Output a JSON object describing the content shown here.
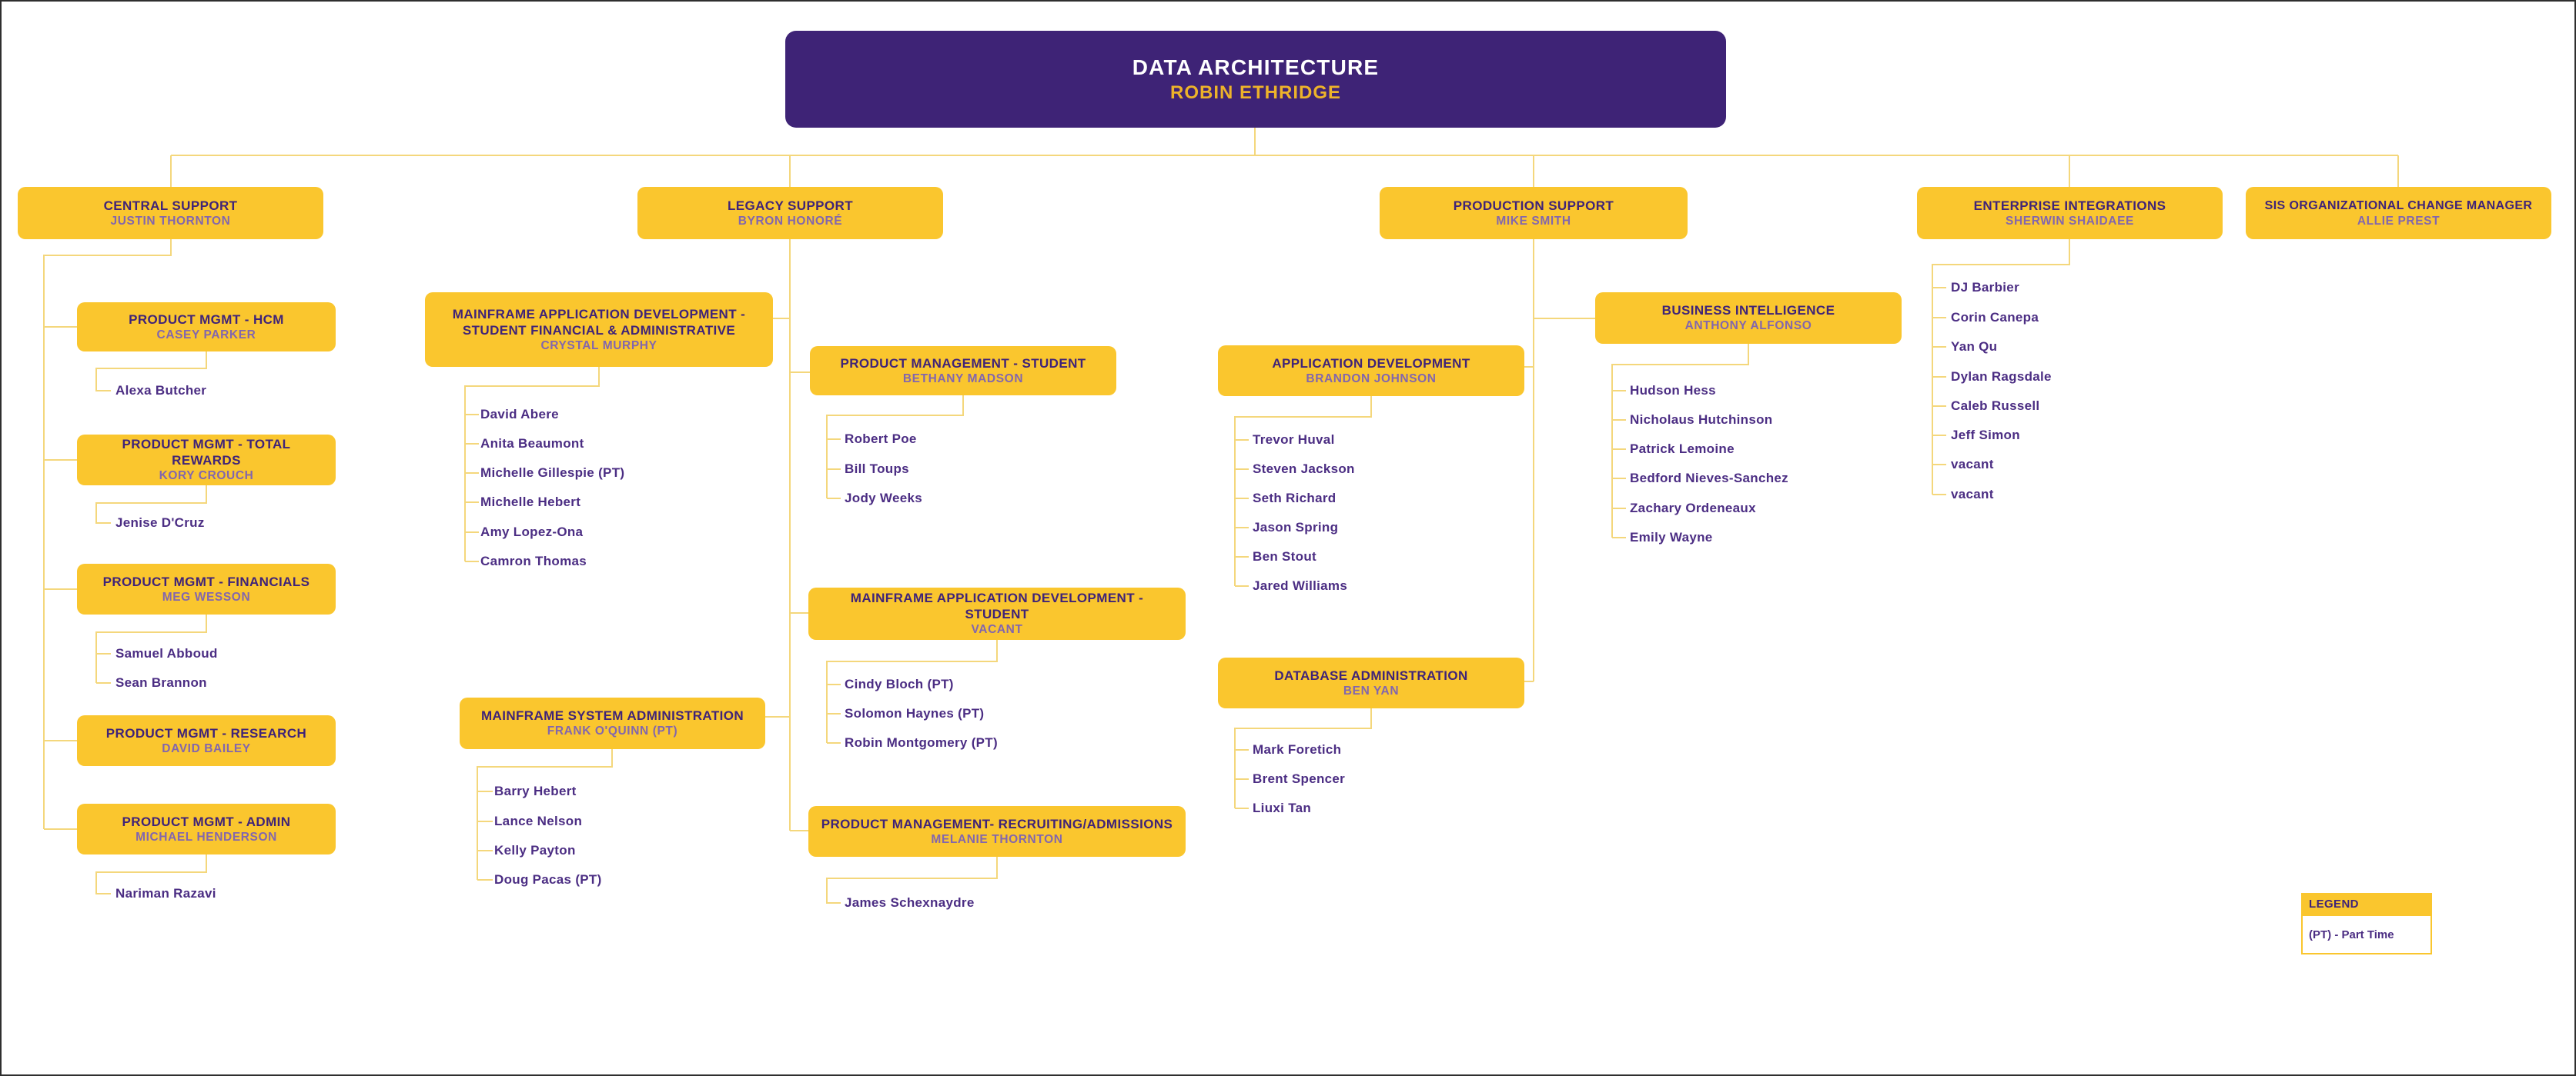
{
  "page": {
    "background": "#ffffff",
    "border_color": "#2e2e2e"
  },
  "colors": {
    "root_fill": "#3E2376",
    "root_title_text": "#FFFFFF",
    "root_name_text": "#EDB32A",
    "node_fill": "#FAC62E",
    "node_title_text": "#3F2378",
    "node_name_text": "#8266AE",
    "member_text": "#4B2D83",
    "connector_line": "#F4D77C"
  },
  "root": {
    "title": "DATA ARCHITECTURE",
    "name": "ROBIN ETHRIDGE"
  },
  "boxes": {
    "central_support": {
      "title": "CENTRAL SUPPORT",
      "name": "JUSTIN THORNTON"
    },
    "legacy_support": {
      "title": "LEGACY SUPPORT",
      "name": "BYRON HONORÉ"
    },
    "production_support": {
      "title": "PRODUCTION SUPPORT",
      "name": "MIKE SMITH"
    },
    "enterprise_integrations": {
      "title": "ENTERPRISE INTEGRATIONS",
      "name": "SHERWIN SHAIDAEE"
    },
    "sis_ocm": {
      "title": "SIS ORGANIZATIONAL CHANGE MANAGER",
      "name": "ALLIE PREST"
    },
    "pm_hcm": {
      "title": "PRODUCT MGMT - HCM",
      "name": "CASEY PARKER"
    },
    "pm_total_rewards": {
      "title": "PRODUCT MGMT - TOTAL REWARDS",
      "name": "KORY CROUCH"
    },
    "pm_financials": {
      "title": "PRODUCT MGMT - FINANCIALS",
      "name": "MEG WESSON"
    },
    "pm_research": {
      "title": "PRODUCT MGMT - RESEARCH",
      "name": "DAVID BAILEY"
    },
    "pm_admin": {
      "title": "PRODUCT MGMT - ADMIN",
      "name": "MICHAEL HENDERSON"
    },
    "mad_sfa": {
      "title": "MAINFRAME APPLICATION DEVELOPMENT - STUDENT FINANCIAL & ADMINISTRATIVE",
      "name": "CRYSTAL MURPHY"
    },
    "msa": {
      "title": "MAINFRAME SYSTEM ADMINISTRATION",
      "name": "FRANK O'QUINN (PT)"
    },
    "pm_student": {
      "title": "PRODUCT MANAGEMENT - STUDENT",
      "name": "BETHANY MADSON"
    },
    "mad_student": {
      "title": "MAINFRAME APPLICATION DEVELOPMENT - STUDENT",
      "name": "VACANT"
    },
    "pm_recruiting": {
      "title": "PRODUCT MANAGEMENT- RECRUITING/ADMISSIONS",
      "name": "MELANIE THORNTON"
    },
    "app_dev": {
      "title": "APPLICATION DEVELOPMENT",
      "name": "BRANDON JOHNSON"
    },
    "dba": {
      "title": "DATABASE ADMINISTRATION",
      "name": "BEN YAN"
    },
    "bi": {
      "title": "BUSINESS INTELLIGENCE",
      "name": "ANTHONY ALFONSO"
    }
  },
  "members": {
    "pm_hcm": [
      "Alexa Butcher"
    ],
    "pm_total_rewards": [
      "Jenise D'Cruz"
    ],
    "pm_financials": [
      "Samuel Abboud",
      "Sean Brannon"
    ],
    "pm_admin": [
      "Nariman Razavi"
    ],
    "mad_sfa": [
      "David Abere",
      "Anita Beaumont",
      "Michelle Gillespie (PT)",
      "Michelle Hebert",
      "Amy Lopez-Ona",
      "Camron Thomas"
    ],
    "msa": [
      "Barry Hebert",
      "Lance Nelson",
      "Kelly Payton",
      "Doug Pacas (PT)"
    ],
    "pm_student": [
      "Robert Poe",
      "Bill Toups",
      "Jody Weeks"
    ],
    "mad_student": [
      "Cindy Bloch (PT)",
      "Solomon Haynes (PT)",
      "Robin Montgomery (PT)"
    ],
    "pm_recruiting": [
      "James Schexnaydre"
    ],
    "app_dev": [
      "Trevor Huval",
      "Steven Jackson",
      "Seth Richard",
      "Jason Spring",
      "Ben Stout",
      "Jared Williams"
    ],
    "dba": [
      "Mark Foretich",
      "Brent Spencer",
      "Liuxi Tan"
    ],
    "bi": [
      "Hudson Hess",
      "Nicholaus Hutchinson",
      "Patrick Lemoine",
      "Bedford Nieves-Sanchez",
      "Zachary Ordeneaux",
      "Emily Wayne"
    ],
    "ei": [
      "DJ Barbier",
      "Corin Canepa",
      "Yan Qu",
      "Dylan Ragsdale",
      "Caleb Russell",
      "Jeff Simon",
      "vacant",
      "vacant"
    ]
  },
  "legend": {
    "title": "LEGEND",
    "entries": [
      "(PT) - Part Time"
    ]
  }
}
